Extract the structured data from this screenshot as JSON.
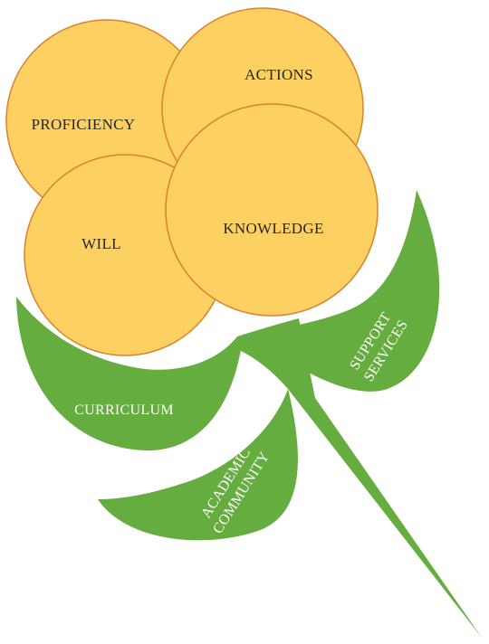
{
  "colors": {
    "petal_fill": "#fdd062",
    "petal_stroke": "#d9822b",
    "leaf_fill": "#66ad3f",
    "petal_text": "#262626",
    "leaf_text": "#ffffff"
  },
  "petals": {
    "proficiency": "PROFICIENCY",
    "actions": "ACTIONS",
    "will": "WILL",
    "knowledge": "KNOWLEDGE"
  },
  "leaves": {
    "curriculum": "CURRICULUM",
    "academic_community": [
      "ACADEMIC",
      "COMMUNITY"
    ],
    "support_services": [
      "SUPPORT",
      "SERVICES"
    ]
  }
}
